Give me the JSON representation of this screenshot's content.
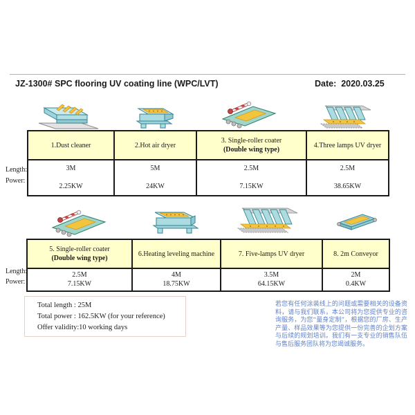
{
  "page": {
    "title": "JZ-1300# SPC flooring UV coating line (WPC/LVT)",
    "date": "Date:  2020.03.25"
  },
  "labels": {
    "length": "Length:",
    "power": "Power:"
  },
  "table1": {
    "machines": [
      {
        "icon": "dust-cleaner",
        "name": "1.Dust cleaner",
        "sub": "",
        "length": "3M",
        "power": "2.25KW"
      },
      {
        "icon": "hot-air-dryer",
        "name": "2.Hot air dryer",
        "sub": "",
        "length": "5M",
        "power": "24KW"
      },
      {
        "icon": "single-roller-coater",
        "name": "3. Single-roller coater",
        "sub": "(Double wing type)",
        "length": "2.5M",
        "power": "7.15KW"
      },
      {
        "icon": "three-lamps-uv-dryer",
        "name": "4.Three lamps UV dryer",
        "sub": "",
        "length": "2.5M",
        "power": "38.65KW"
      }
    ]
  },
  "table2": {
    "machines": [
      {
        "icon": "single-roller-coater",
        "name": "5. Single-roller coater",
        "sub": "(Double wing  type)",
        "length": "2.5M",
        "power": "7.15KW"
      },
      {
        "icon": "heating-leveling-machine",
        "name": "6.Heating leveling machine",
        "sub": "",
        "length": "4M",
        "power": "18.75KW"
      },
      {
        "icon": "five-lamps-uv-dryer",
        "name": "7. Five-lamps UV dryer",
        "sub": "",
        "length": "3.5M",
        "power": "64.15KW"
      },
      {
        "icon": "conveyor",
        "name": "8. 2m Conveyor",
        "sub": "",
        "length": "2M",
        "power": "0.4KW"
      }
    ]
  },
  "summary": {
    "line1": "Total length : 25M",
    "line2": "Total power : 162.5KW (for your reference)",
    "line3": "Offer validity:10 working days"
  },
  "notes_cn": "若您有任何涂装线上的问题或需要相关的设备资料，请与我们联系，本公司将为您提供专业的咨询服务，为您“量身定制”，根据您的厂房、生产产量、样品效果等为您提供一份完善的企划方案与后续的规划培训。我们有一支专业的销售队伍与售后服务团队将为您竭诚服务。",
  "colors": {
    "header_cell_bg": "#ffffcc",
    "table_border": "#1a1a1a",
    "note_text": "#4f74c4",
    "summary_border": "#e6d0c8",
    "machine_teal": "#aadce2",
    "machine_yellow": "#f2c53d"
  }
}
